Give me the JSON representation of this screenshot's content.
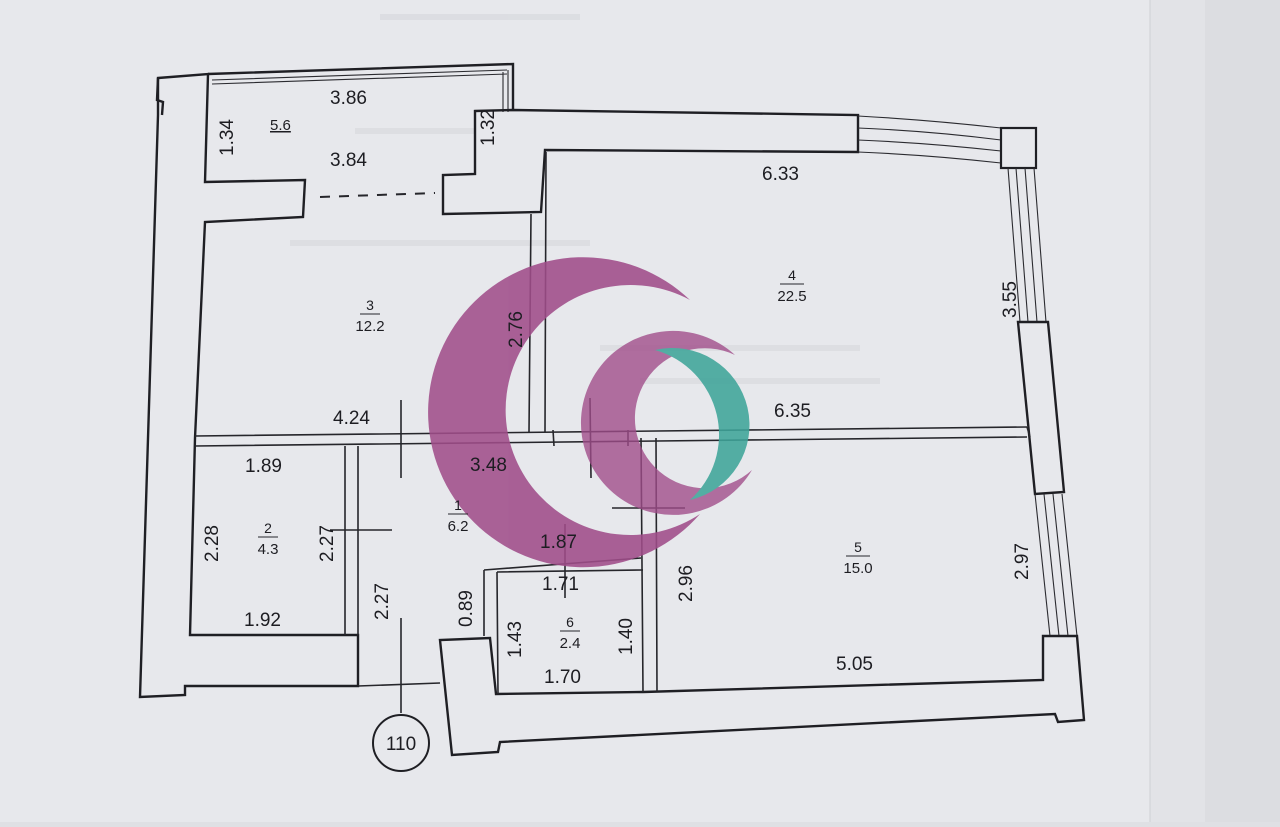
{
  "plan": {
    "rooms": [
      {
        "id": "room-1",
        "number": "1",
        "area": "6.2"
      },
      {
        "id": "room-2",
        "number": "2",
        "area": "4.3"
      },
      {
        "id": "room-3",
        "number": "3",
        "area": "12.2"
      },
      {
        "id": "room-4",
        "number": "4",
        "area": "22.5"
      },
      {
        "id": "room-5",
        "number": "5",
        "area": "15.0"
      },
      {
        "id": "room-6",
        "number": "6",
        "area": "2.4"
      }
    ],
    "balcony": {
      "area": "5.6",
      "top": "3.86",
      "bottom": "3.84",
      "left": "1.34",
      "right": "1.32"
    },
    "dimensions": {
      "room4_top": "6.33",
      "room4_right": "3.55",
      "room4_left": "2.76",
      "room4_bottom": "6.35",
      "room3_bottom": "4.24",
      "hall_top": "3.48",
      "room2_top": "1.89",
      "room2_left": "2.28",
      "room2_right": "2.27",
      "room2_bottom": "1.92",
      "hall_left": "2.27",
      "hall_right": "0.89",
      "room6_top_outer": "1.87",
      "room6_top": "1.71",
      "room6_left": "1.43",
      "room6_right": "1.40",
      "room6_bottom": "1.70",
      "room5_left": "2.96",
      "room5_right": "2.97",
      "room5_bottom": "5.05"
    },
    "apartment_number": "110",
    "colors": {
      "logo_magenta": "#a04d8a",
      "logo_teal": "#3fa59a",
      "paper": "#e6e7eb",
      "line": "#1f1f24"
    }
  }
}
